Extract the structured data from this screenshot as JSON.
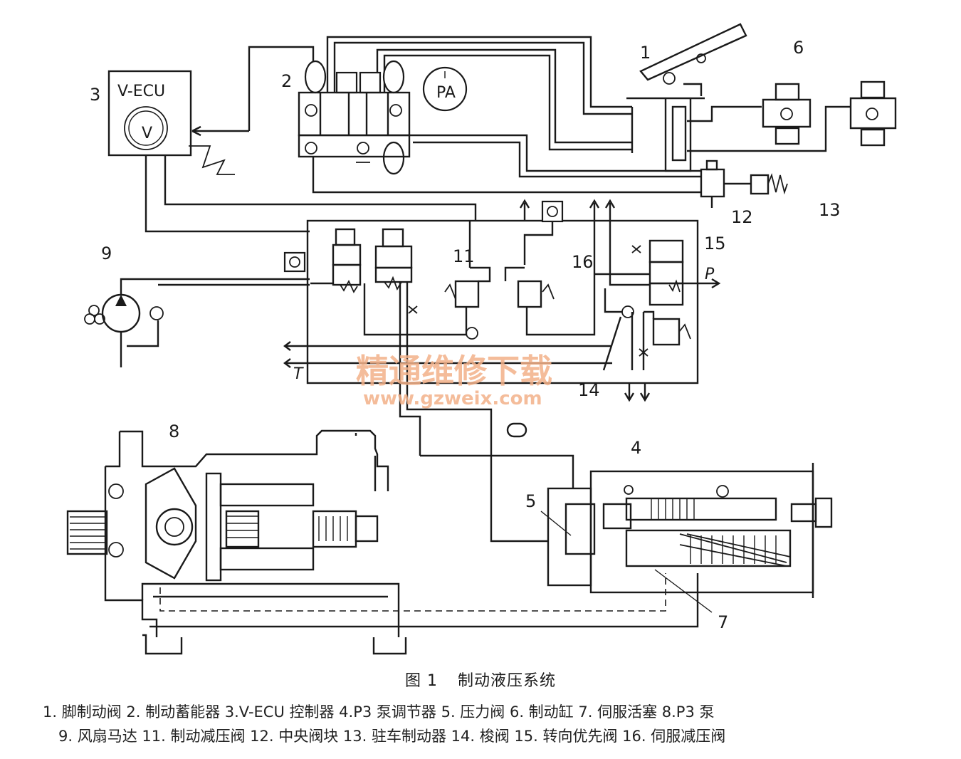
{
  "diagram": {
    "component_numbers": [
      "1",
      "2",
      "3",
      "4",
      "5",
      "6",
      "7",
      "8",
      "9",
      "11",
      "12",
      "13",
      "14",
      "15",
      "16"
    ],
    "ecu_label": "V-ECU",
    "ecu_gauge_label": "V",
    "gauge_label": "PA",
    "port_p_label": "P",
    "port_t_label": "T",
    "watermark_cn": "精通维修下载",
    "watermark_url": "www.gzweix.com"
  },
  "caption": {
    "figure_number": "图 1",
    "title": "制动液压系统"
  },
  "legend": {
    "line1": "1. 脚制动阀  2. 制动蓄能器  3.V-ECU 控制器  4.P3 泵调节器  5. 压力阀   6. 制动缸  7. 伺服活塞  8.P3 泵",
    "line2": "9. 风扇马达   11. 制动减压阀  12. 中央阀块   13. 驻车制动器   14. 梭阀   15. 转向优先阀   16. 伺服减压阀"
  }
}
